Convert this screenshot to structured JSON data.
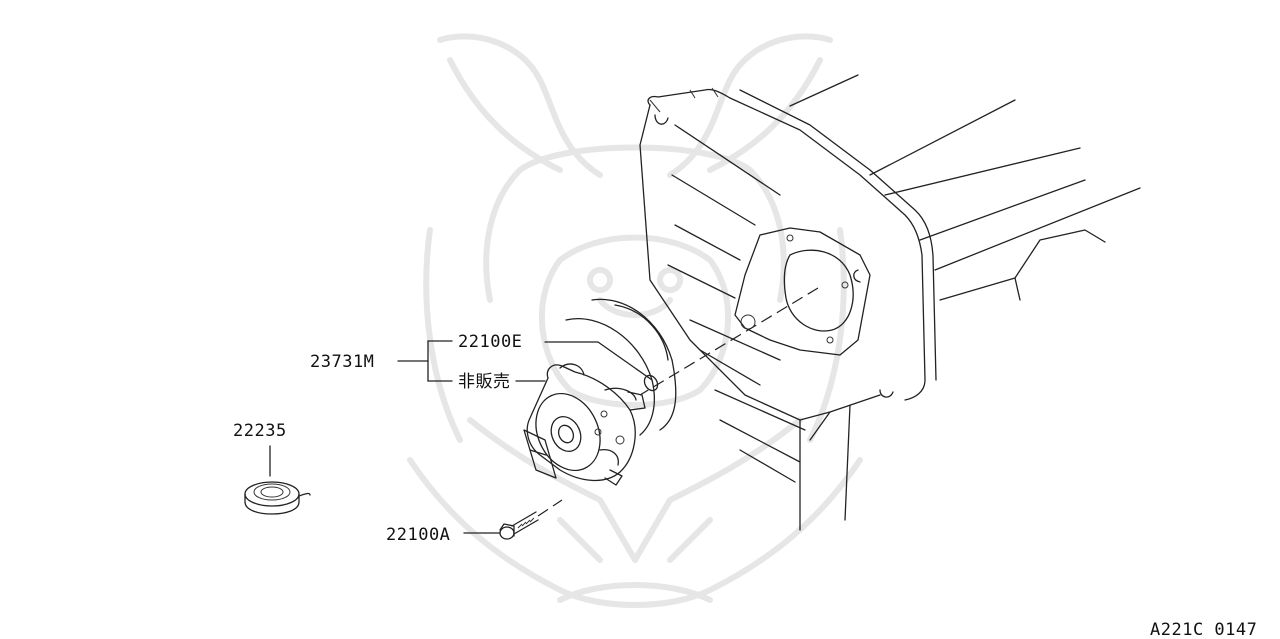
{
  "parts": {
    "p23731m": "23731M",
    "p22100e": "22100E",
    "hihanbai": "非販売",
    "p22235": "22235",
    "p22100a": "22100A"
  },
  "diagram_code": "A221C 0147",
  "icons": {
    "watermark": "samurai-helmet-watermark",
    "engine": "engine-block-outline",
    "distributor": "distributor-assembly",
    "spring": "coil-spring",
    "bolt": "flange-bolt"
  }
}
